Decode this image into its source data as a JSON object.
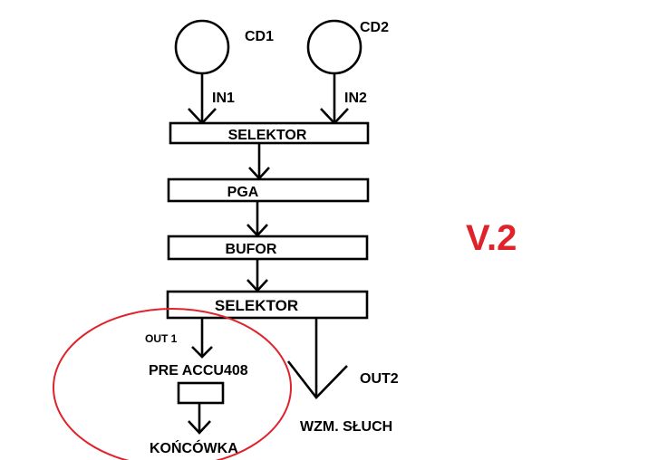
{
  "diagram": {
    "sources": [
      {
        "name": "CD1",
        "input": "IN1"
      },
      {
        "name": "CD2",
        "input": "IN2"
      }
    ],
    "blocks": {
      "selector_in": "SELEKTOR",
      "pga": "PGA",
      "bufor": "BUFOR",
      "selector_out": "SELEKTOR",
      "pre": "PRE ACCU408",
      "koncowka": "KOŃCÓWKA"
    },
    "outputs": {
      "out1": "OUT 1",
      "out2": "OUT2",
      "headphones": "WZM. SŁUCH"
    },
    "version": "V.2"
  },
  "colors": {
    "line": "#000000",
    "version": "#e0232b",
    "highlight_ellipse": "#e0232b"
  }
}
